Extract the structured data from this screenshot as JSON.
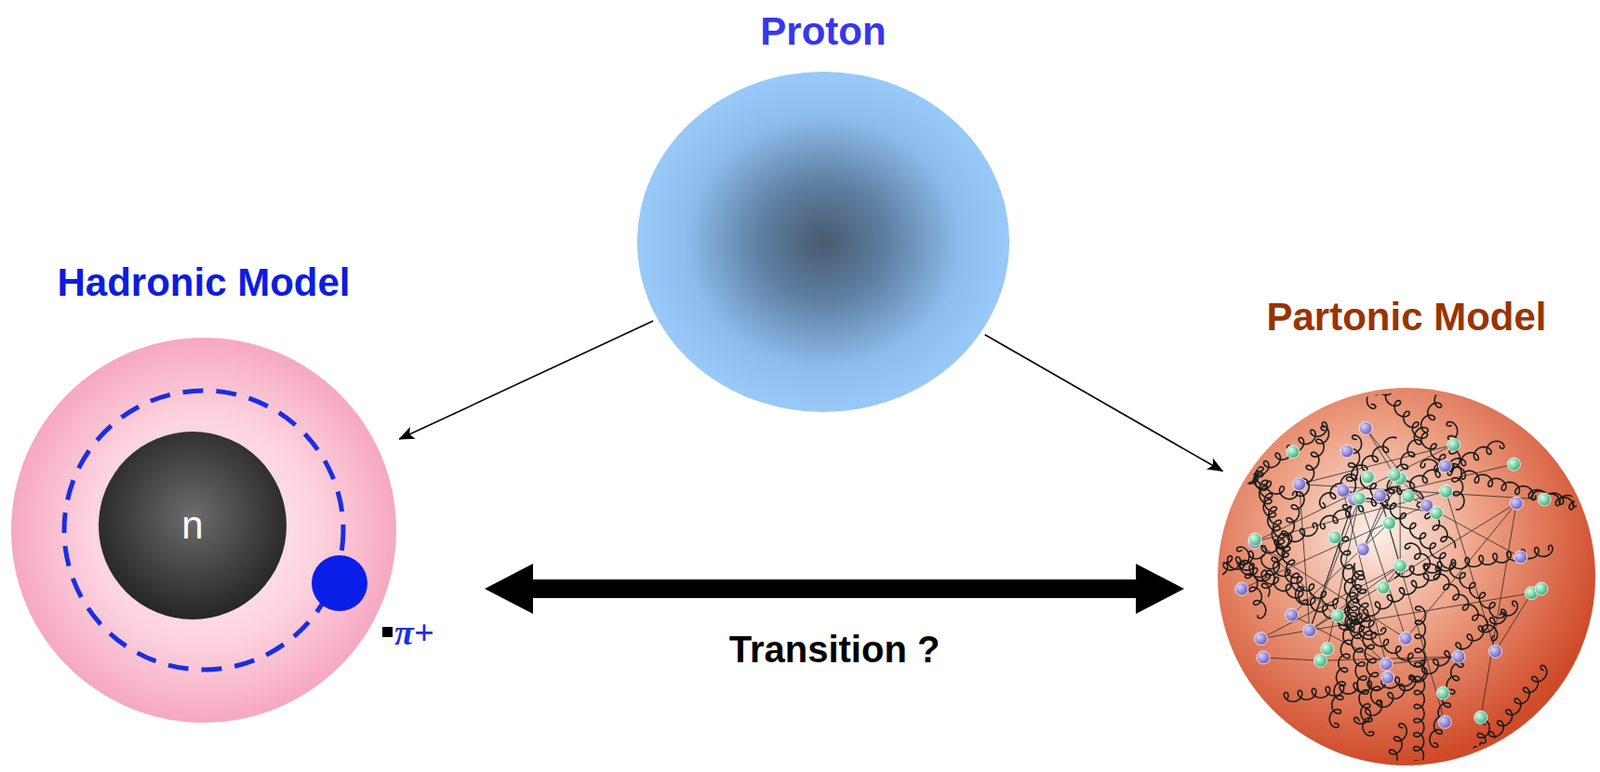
{
  "diagram": {
    "nodes": [
      {
        "text": [
          "Proton"
        ]
      },
      {
        "text": [
          "Hadronic Model"
        ]
      },
      {
        "text": [
          "n"
        ],
        "in": 1
      },
      {
        "text": [
          "Partonic Model"
        ]
      }
    ],
    "edges": [
      {
        "from": 0,
        "to": 1,
        "arrow": "to"
      },
      {
        "from": 0,
        "to": 3,
        "arrow": "to"
      },
      {
        "from": 1,
        "to": 3,
        "label": "Transition ?",
        "arrow": "both"
      }
    ],
    "labels": [
      "π+"
    ]
  }
}
